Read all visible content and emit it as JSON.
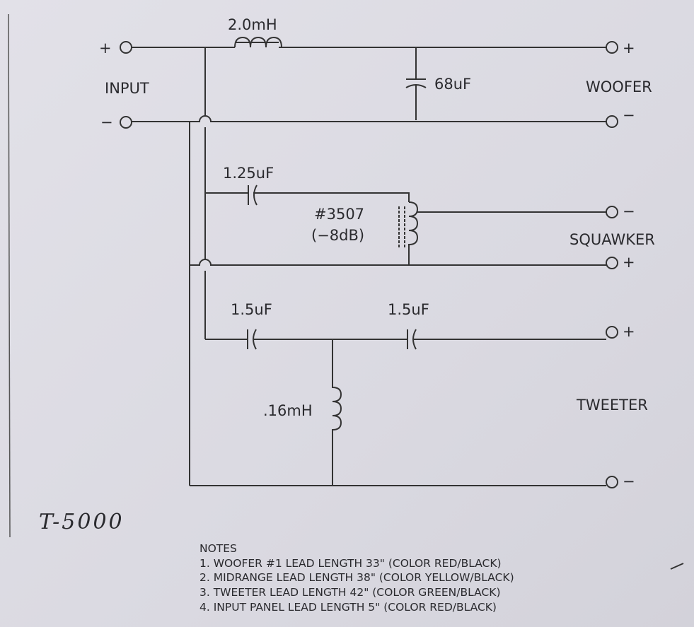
{
  "title_handwritten": "T-5000",
  "input": {
    "label": "INPUT",
    "plus": "+",
    "minus": "−"
  },
  "woofer": {
    "label": "WOOFER",
    "plus": "+",
    "minus": "−",
    "inductor": "2.0mH",
    "capacitor": "68uF"
  },
  "squawker": {
    "label": "SQUAWKER",
    "plus": "+",
    "minus": "−",
    "capacitor": "1.25uF",
    "autoformer_part": "#3507",
    "autoformer_level": "(−8dB)"
  },
  "tweeter": {
    "label": "TWEETER",
    "plus": "+",
    "minus": "−",
    "capacitor1": "1.5uF",
    "capacitor2": "1.5uF",
    "inductor": ".16mH"
  },
  "notes": {
    "heading": "NOTES",
    "items": [
      "1. WOOFER #1 LEAD LENGTH 33\" (COLOR RED/BLACK)",
      "2. MIDRANGE LEAD LENGTH 38\" (COLOR YELLOW/BLACK)",
      "3. TWEETER LEAD LENGTH 42\" (COLOR GREEN/BLACK)",
      "4. INPUT PANEL LEAD LENGTH 5\" (COLOR RED/BLACK)"
    ]
  }
}
